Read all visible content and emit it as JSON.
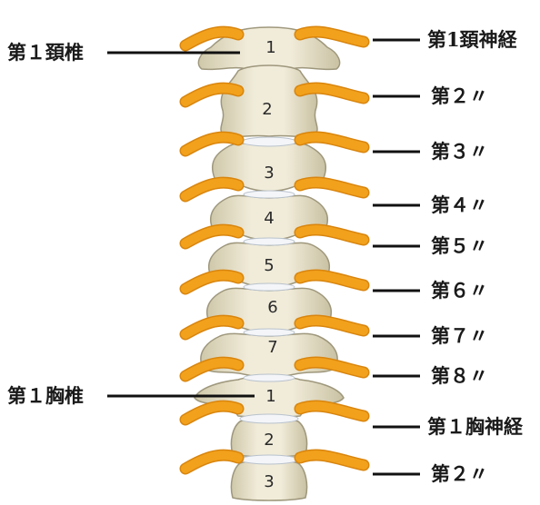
{
  "vertebra_numbers": {
    "cervical": [
      "1",
      "2",
      "3",
      "4",
      "5",
      "6",
      "7"
    ],
    "thoracic": [
      "1",
      "2",
      "3"
    ]
  },
  "left_labels": {
    "first_cervical_vertebra": "第１頚椎",
    "first_thoracic_vertebra": "第１胸椎"
  },
  "right_labels": [
    "第1頚神経",
    "第２〃",
    "第３〃",
    "第４〃",
    "第５〃",
    "第６〃",
    "第７〃",
    "第８〃",
    "第１胸神経",
    "第２〃"
  ],
  "colors": {
    "bone": "#ece7d2",
    "bone_shade": "#c8c0a0",
    "bone_outline": "#9e977c",
    "disc": "#f3f5f8",
    "nerve": "#f2a11c",
    "nerve_dark": "#d9850d",
    "leader_line": "#111111"
  }
}
